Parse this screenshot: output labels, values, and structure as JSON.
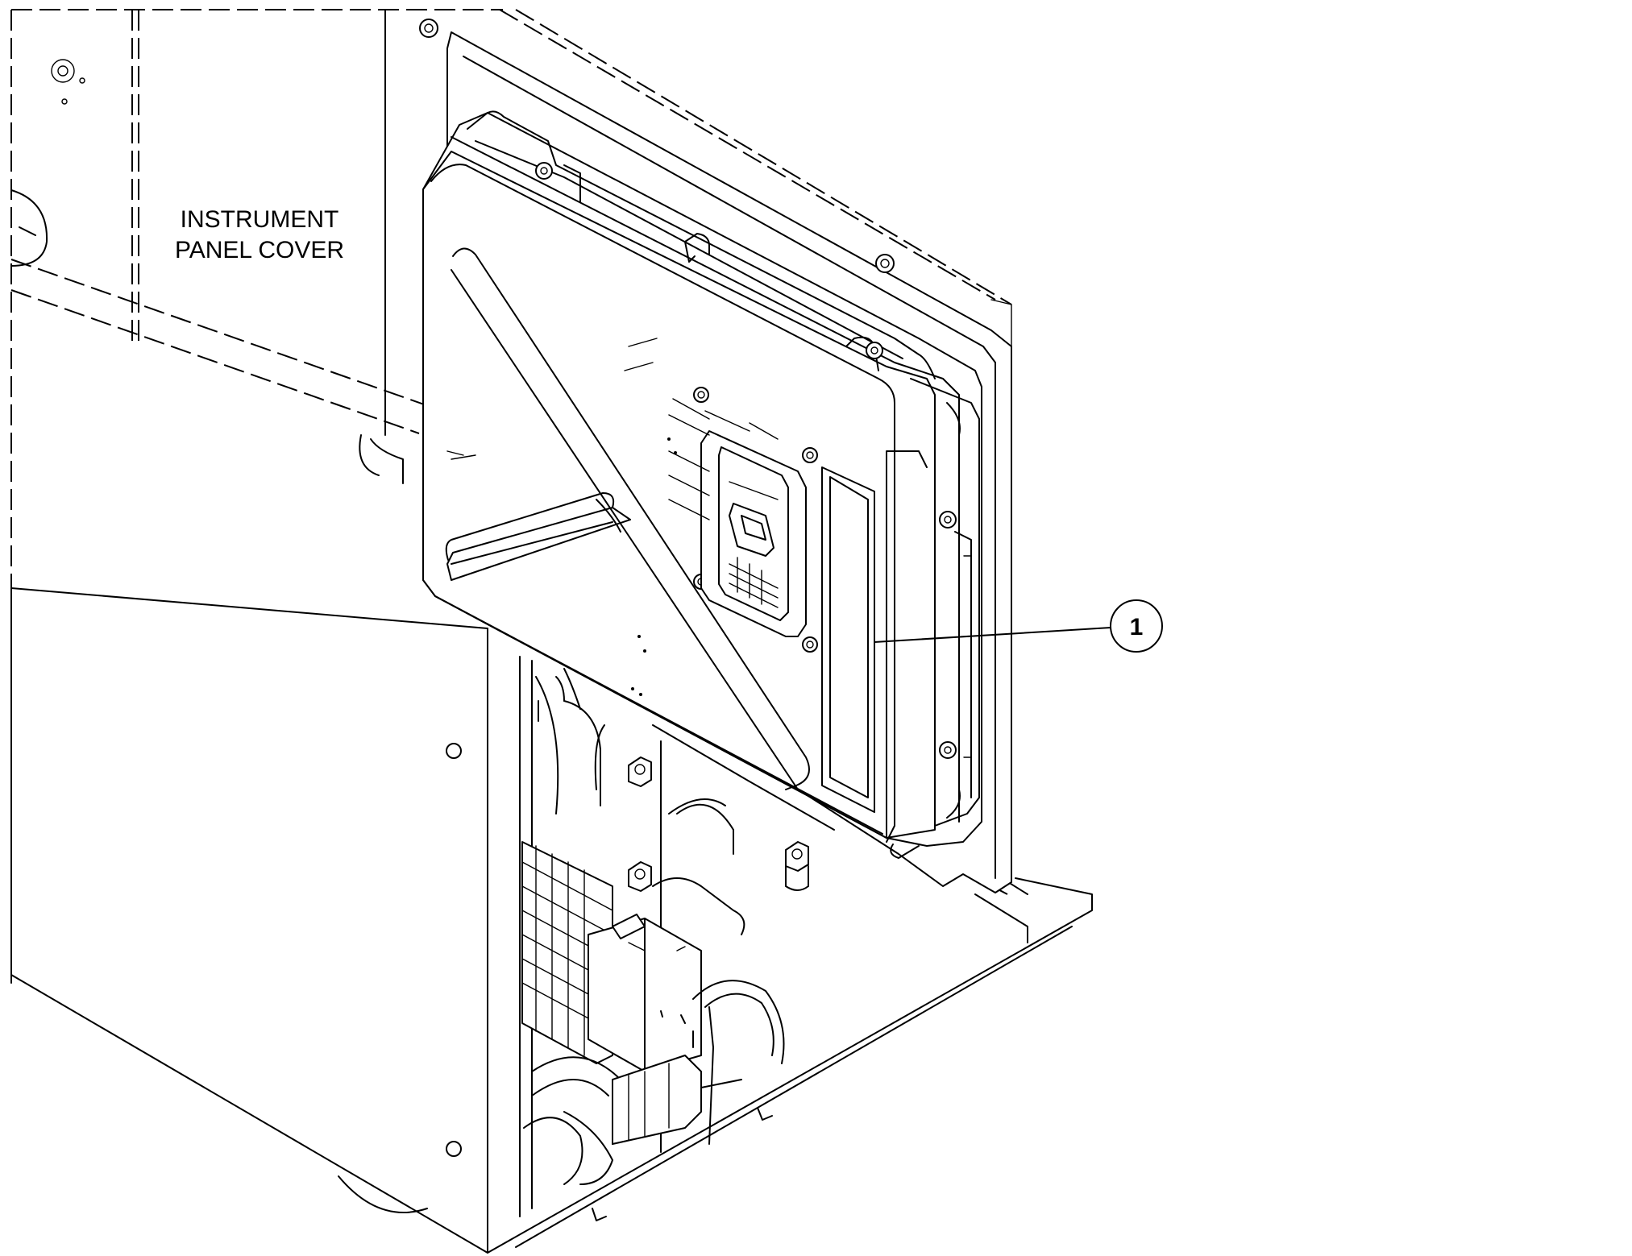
{
  "labels": {
    "instrument_panel_cover_line1": "INSTRUMENT",
    "instrument_panel_cover_line2": "PANEL COVER"
  },
  "callouts": [
    {
      "number": "1"
    }
  ],
  "colors": {
    "line": "#000000",
    "background": "#ffffff"
  }
}
